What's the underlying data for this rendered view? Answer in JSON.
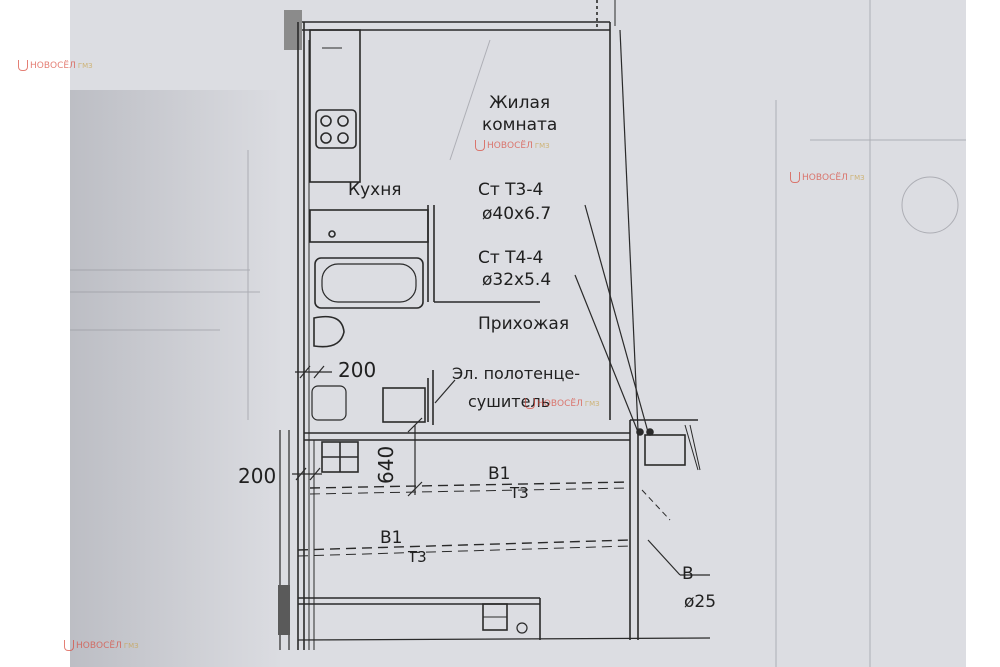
{
  "plan": {
    "rooms": {
      "living": "Жилая\nкомната",
      "kitchen": "Кухня",
      "hallway": "Прихожая"
    },
    "pipes": {
      "t3_label": "Ст Т3-4",
      "t3_size": "ø40x6.7",
      "t4_label": "Ст Т4-4",
      "t4_size": "ø32x5.4"
    },
    "fixture": {
      "towel_dryer_line1": "Эл. полотенце-",
      "towel_dryer_line2": "сушитель"
    },
    "dimensions": {
      "d200_upper": "200",
      "d200_lower": "200",
      "d640": "640"
    },
    "lines": {
      "b1_upper": "В1",
      "t3_upper": "Т3",
      "b1_lower": "В1",
      "t3_lower": "Т3",
      "b_right": "В",
      "d25_right": "ø25"
    }
  },
  "watermark": {
    "brand": "НОВОСЁЛ",
    "badge": "ГМЗ"
  }
}
